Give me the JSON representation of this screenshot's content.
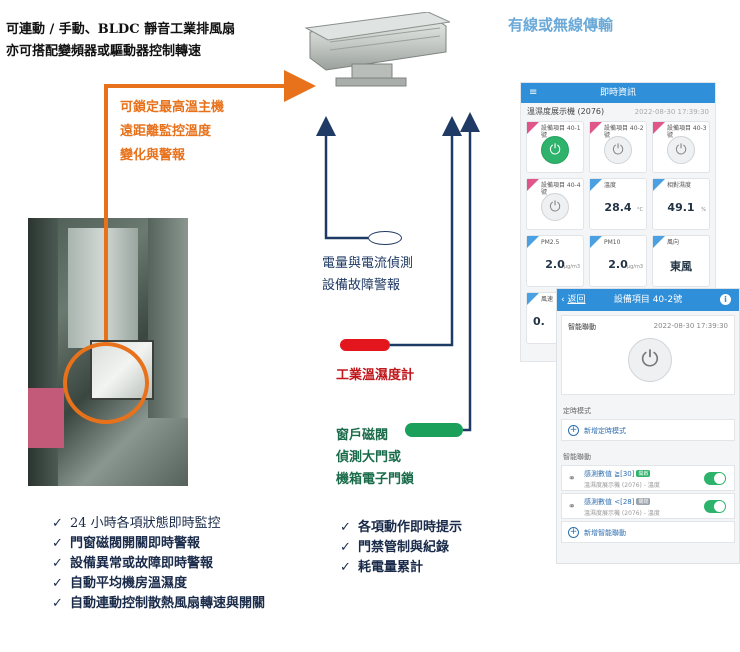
{
  "header": {
    "line1": "可連動 / 手動、BLDC 靜音工業排風扇",
    "line2": "亦可搭配變頻器或驅動器控制轉速"
  },
  "right_title": "有線或無線傳輸",
  "orange_notes": [
    "可鎖定最高溫主機",
    "遠距離監控溫度",
    "變化與警報"
  ],
  "power_detect": [
    "電量與電流偵測",
    "設備故障警報"
  ],
  "temp_sensor": "工業溫濕度計",
  "door_sensor": [
    "窗戶磁閥",
    "偵測大門或",
    "機箱電子門鎖"
  ],
  "checklist_left": [
    "24 小時各項狀態即時監控",
    "門窗磁閥開關即時警報",
    "設備異常或故障即時警報",
    "自動平均機房溫濕度",
    "自動連動控制散熱風扇轉速與開關"
  ],
  "checklist_right": [
    "各項動作即時提示",
    "門禁管制與紀錄",
    "耗電量累計"
  ],
  "check_glyph": "✓",
  "phone1": {
    "title": "即時資訊",
    "menu_icon": "≡",
    "device": "溫濕度展示機 (2076)",
    "datetime": "2022-08-30 17:39:30",
    "tiles": [
      {
        "label": "設備項目 40-1號",
        "type": "power-on"
      },
      {
        "label": "設備項目 40-2號",
        "type": "power"
      },
      {
        "label": "設備項目 40-3號",
        "type": "power"
      },
      {
        "label": "設備項目 40-4號",
        "type": "power"
      },
      {
        "label": "溫度",
        "value": "28.4",
        "unit": "°C"
      },
      {
        "label": "相對濕度",
        "value": "49.1",
        "unit": "%"
      },
      {
        "label": "PM2.5",
        "value": "2.0",
        "unit": "μg/m3"
      },
      {
        "label": "PM10",
        "value": "2.0",
        "unit": "μg/m3"
      },
      {
        "label": "風向",
        "value": "東風",
        "unit": ""
      },
      {
        "label": "風速",
        "value": "0.",
        "unit": ""
      }
    ]
  },
  "phone2": {
    "back": "返回",
    "title": "設備項目 40-2號",
    "info": "i",
    "card_title": "智能聯動",
    "card_time": "2022-08-30 17:39:30",
    "schedule_section": "定時模式",
    "add_schedule": "新增定時模式",
    "smart_section": "智能聯動",
    "rules": [
      {
        "text": "感測數值 ≧[30]",
        "tag": "開啟",
        "source": "溫濕度展示機 (2076) - 溫度"
      },
      {
        "text": "感測數值 <[28]",
        "tag": "關閉",
        "source": "溫濕度展示機 (2076) - 溫度"
      }
    ],
    "add_smart": "新增智能聯動"
  },
  "colors": {
    "orange": "#e8721c",
    "navy": "#1f3a64",
    "red": "#e3151d",
    "green": "#1aa05b",
    "app_blue": "#2f8fd8"
  }
}
